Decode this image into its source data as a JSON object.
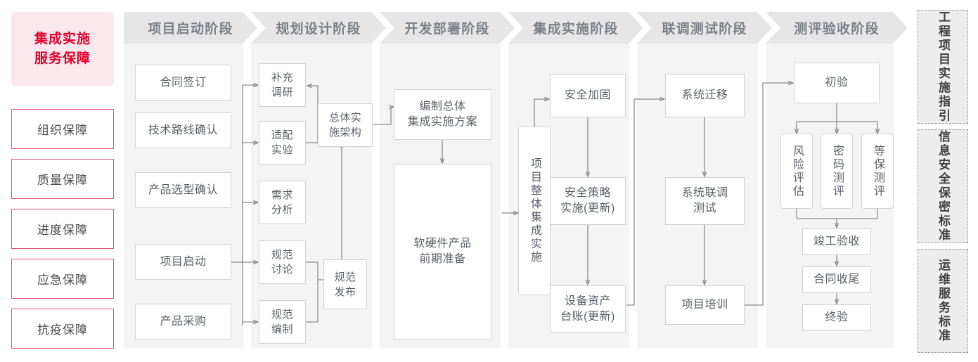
{
  "rail": {
    "hero": "集成实施\n服务保障",
    "hero_line1": "集成实施",
    "hero_line2": "服务保障",
    "items": [
      {
        "label": "组织保障"
      },
      {
        "label": "质量保障"
      },
      {
        "label": "进度保障"
      },
      {
        "label": "应急保障"
      },
      {
        "label": "抗疫保障"
      }
    ]
  },
  "phases": [
    {
      "header": "项目启动阶段",
      "nodes": [
        {
          "label": "合同签订"
        },
        {
          "label": "技术路线确认"
        },
        {
          "label": "产品选型确认"
        },
        {
          "label": "项目启动"
        },
        {
          "label": "产品采购"
        }
      ]
    },
    {
      "header": "规划设计阶段",
      "nodes": [
        {
          "label": "补充\n调研",
          "l1": "补充",
          "l2": "调研"
        },
        {
          "label": "适配\n实验",
          "l1": "适配",
          "l2": "实验"
        },
        {
          "label": "需求\n分析",
          "l1": "需求",
          "l2": "分析"
        },
        {
          "label": "规范\n讨论",
          "l1": "规范",
          "l2": "讨论"
        },
        {
          "label": "规范\n编制",
          "l1": "规范",
          "l2": "编制"
        },
        {
          "label": "总体实\n施架构",
          "l1": "总体实",
          "l2": "施架构"
        },
        {
          "label": "规范\n发布",
          "l1": "规范",
          "l2": "发布"
        }
      ]
    },
    {
      "header": "开发部署阶段",
      "nodes": [
        {
          "label": "编制总体\n集成实施方案",
          "l1": "编制总体",
          "l2": "集成实施方案"
        },
        {
          "label": "软硬件产品\n前期准备",
          "l1": "软硬件产品",
          "l2": "前期准备"
        }
      ]
    },
    {
      "header": "集成实施阶段",
      "nodes": [
        {
          "label": "项目整体集成实施"
        },
        {
          "label": "安全加固"
        },
        {
          "label": "安全策略\n实施(更新)",
          "l1": "安全策略",
          "l2": "实施(更新)"
        },
        {
          "label": "设备资产\n台账(更新)",
          "l1": "设备资产",
          "l2": "台账(更新)"
        }
      ]
    },
    {
      "header": "联调测试阶段",
      "nodes": [
        {
          "label": "系统迁移"
        },
        {
          "label": "系统联调\n测试",
          "l1": "系统联调",
          "l2": "测试"
        },
        {
          "label": "项目培训"
        }
      ]
    },
    {
      "header": "测评验收阶段",
      "nodes": [
        {
          "label": "初验"
        },
        {
          "label": "风险评估"
        },
        {
          "label": "密码测评"
        },
        {
          "label": "等保测评"
        },
        {
          "label": "竣工验收"
        },
        {
          "label": "合同收尾"
        },
        {
          "label": "终验"
        }
      ]
    }
  ],
  "standards": [
    {
      "label": "工程项目实施指引"
    },
    {
      "label": "信息安全保密标准"
    },
    {
      "label": "运维服务标准"
    }
  ],
  "colors": {
    "accent_red": "#e3002b",
    "hero_bg": "#fbe8ec",
    "rail_border": "#e0556f",
    "column_bg": "#f4f4f4",
    "header_bg": "#e6e6e6",
    "header_text": "#7b7f86",
    "node_border": "#d2d2d2",
    "node_text": "#5b5f66",
    "wire": "#8b8b8b",
    "standard_bg": "#ededed",
    "standard_border": "#9a9a9a"
  }
}
